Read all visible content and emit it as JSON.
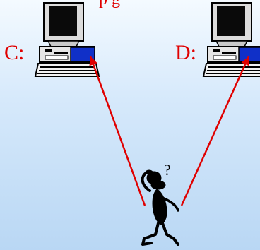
{
  "labels": {
    "left_drive": "C:",
    "right_drive": "D:",
    "top_cut_text": "p  g"
  },
  "colors": {
    "label": "#e00000",
    "arrow": "#e00000",
    "screen": "#0a0a0a",
    "monitor_body": "#dcdcdc",
    "disk_drive": "#1030c8",
    "figure": "#000000"
  },
  "icons": {
    "left_computer": "desktop-computer-icon",
    "right_computer": "desktop-computer-icon",
    "person": "confused-person-icon"
  }
}
